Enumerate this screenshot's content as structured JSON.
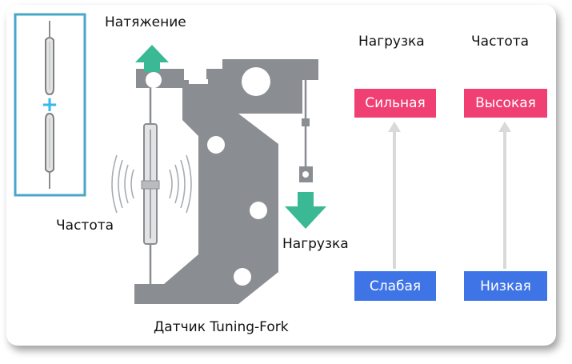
{
  "labels": {
    "tension": "Натяжение",
    "frequency_left": "Частота",
    "load_arrow": "Нагрузка",
    "sensor_caption": "Датчик Tuning-Fork"
  },
  "legend": {
    "load": {
      "title": "Нагрузка",
      "high": "Сильная",
      "low": "Слабая"
    },
    "frequency": {
      "title": "Частота",
      "high": "Высокая",
      "low": "Низкая"
    }
  },
  "inset": {
    "plus_symbol": "+"
  },
  "colors": {
    "high_badge": "#ef3f73",
    "low_badge": "#3f74e6",
    "arrow_green": "#3bb894",
    "sensor_gray": "#8a8d91",
    "inset_border": "#4aa6c8",
    "plus": "#36b8e8"
  }
}
